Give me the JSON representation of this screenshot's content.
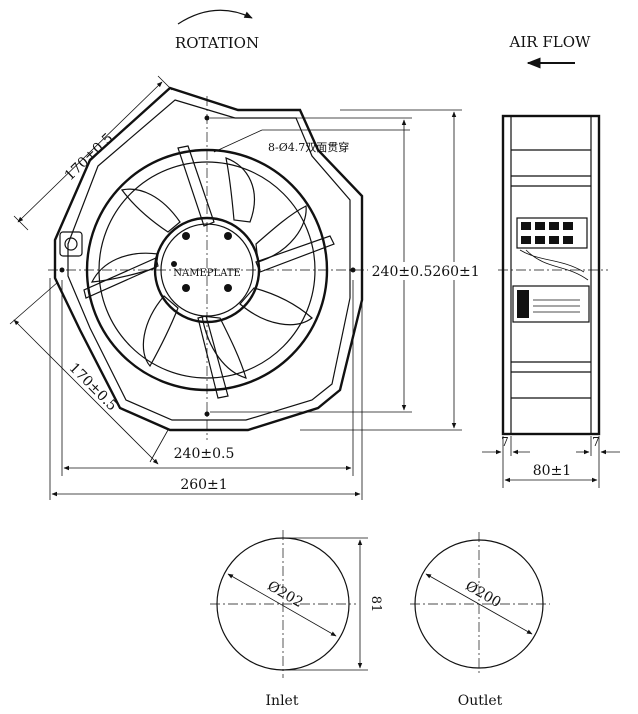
{
  "labels": {
    "rotation": "ROTATION",
    "air_flow": "AIR FLOW",
    "nameplate": "NAMEPLATE",
    "holes": "8-Ø4.7双面贯穿",
    "diag_top": "170±0.5",
    "diag_bottom": "170±0.5",
    "height_inner": "240±0.5",
    "height_outer": "260±1",
    "width_inner": "240±0.5",
    "width_outer": "260±1",
    "depth": "80±1",
    "flange_left": "7",
    "flange_right": "7",
    "inlet_dia": "Ø202",
    "outlet_dia": "Ø200",
    "circle_height": "81",
    "inlet": "Inlet",
    "outlet": "Outlet"
  }
}
